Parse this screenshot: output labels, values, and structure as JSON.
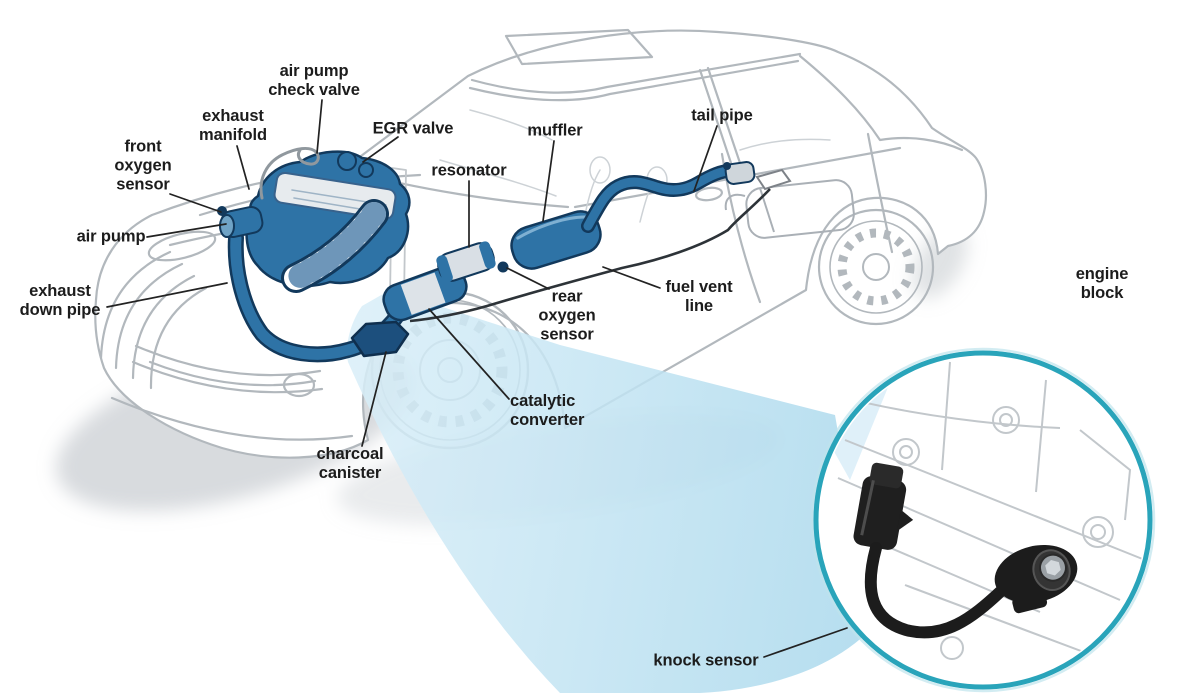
{
  "diagram": {
    "subject": "car exhaust and emission system cutaway with knock sensor inset",
    "labels": {
      "air_pump_check_valve": "air pump\ncheck valve",
      "exhaust_manifold": "exhaust\nmanifold",
      "front_oxygen_sensor": "front\noxygen\nsensor",
      "air_pump": "air pump",
      "exhaust_down_pipe": "exhaust\ndown pipe",
      "egr_valve": "EGR valve",
      "resonator": "resonator",
      "muffler": "muffler",
      "tail_pipe": "tail pipe",
      "rear_oxygen_sensor": "rear\noxygen\nsensor",
      "fuel_vent_line": "fuel vent\nline",
      "catalytic_converter": "catalytic\nconverter",
      "charcoal_canister": "charcoal\ncanister",
      "engine_block": "engine block",
      "knock_sensor": "knock sensor"
    },
    "colors": {
      "exhaust_highlight": "#2e73a6",
      "exhaust_outline": "#12395c",
      "charcoal_canister_fill": "#1c4f7d",
      "beam_light": "#d8eef8",
      "beam_dark": "#9cd2e9",
      "inset_ring": "#29a4ba",
      "line_art": "#b2b8bd",
      "label_text": "#1c1c1c"
    }
  }
}
